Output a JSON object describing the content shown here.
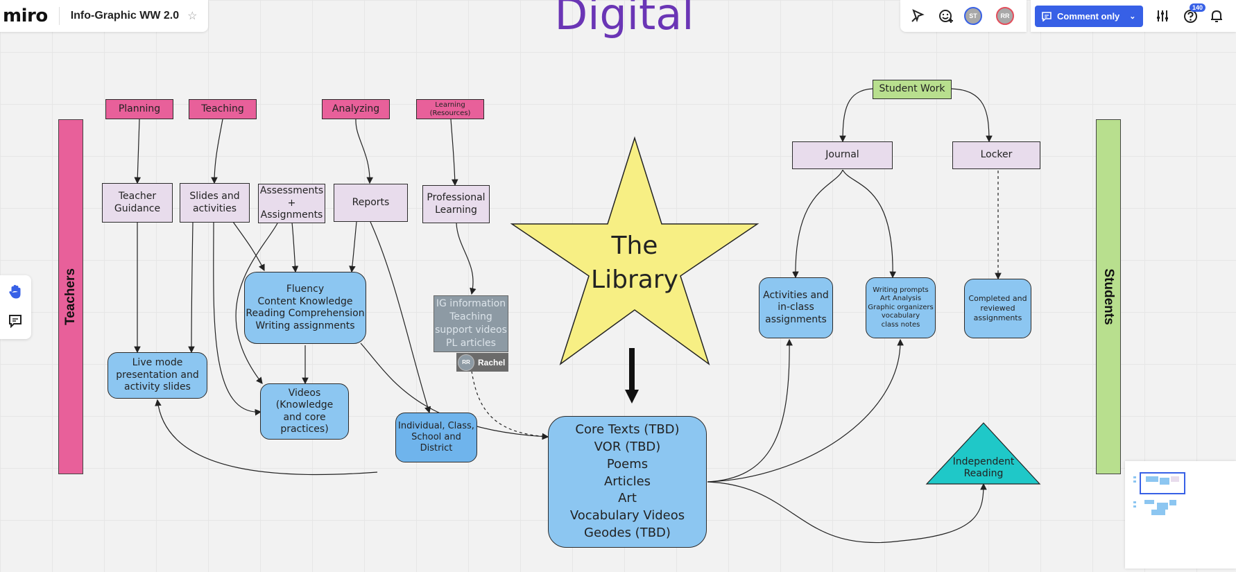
{
  "app": {
    "logo": "miro",
    "board_name": "Info-Graphic WW 2.0"
  },
  "toolbar": {
    "avatars": [
      "ST",
      "RR"
    ],
    "comment_button_label": "Comment only",
    "help_badge": "140"
  },
  "board": {
    "title": "Digital",
    "teachers_label": "Teachers",
    "students_label": "Students",
    "categories": {
      "planning": "Planning",
      "teaching": "Teaching",
      "analyzing": "Analyzing",
      "learning": "Learning\n(Resources)"
    },
    "teacher_nodes": {
      "teacher_guidance": "Teacher\nGuidance",
      "slides": "Slides and\nactivities",
      "assessments": "Assessments\n+ Assignments",
      "reports": "Reports",
      "professional_learning": "Professional\nLearning"
    },
    "fluency": "Fluency\nContent Knowledge\nReading Comprehension\nWriting assignments",
    "live_mode": "Live mode\npresentation and\nactivity slides",
    "videos": "Videos (Knowledge\nand core practices)",
    "individual": "Individual, Class,\nSchool and\nDistrict",
    "library_star": "The\nLibrary",
    "core_texts": "Core Texts (TBD)\nVOR (TBD)\nPoems\nArticles\nArt\nVocabulary Videos\nGeodes (TBD)",
    "student_work": "Student Work",
    "journal": "Journal",
    "locker": "Locker",
    "activities": "Activities and\nin-class\nassignments",
    "writing_prompts": "Writing prompts\nArt Analysis\nGraphic organizers\nvocabulary\nclass notes",
    "completed": "Completed and\nreviewed\nassignments",
    "independent_reading": "Independent\nReading",
    "comment_card": {
      "text": "IG information\nTeaching\nsupport videos\nPL articles",
      "author_initials": "RR",
      "author_name": "Rachel"
    }
  },
  "colors": {
    "accent": "#3760e6",
    "title_purple": "#6a35b5",
    "teacher_pink": "#e8609a",
    "student_green": "#b8df8e",
    "node_blue": "#8cc6f1",
    "node_lilac": "#e8dcec",
    "star_yellow": "#f7ef84",
    "triangle_cyan": "#1fc8c8"
  }
}
